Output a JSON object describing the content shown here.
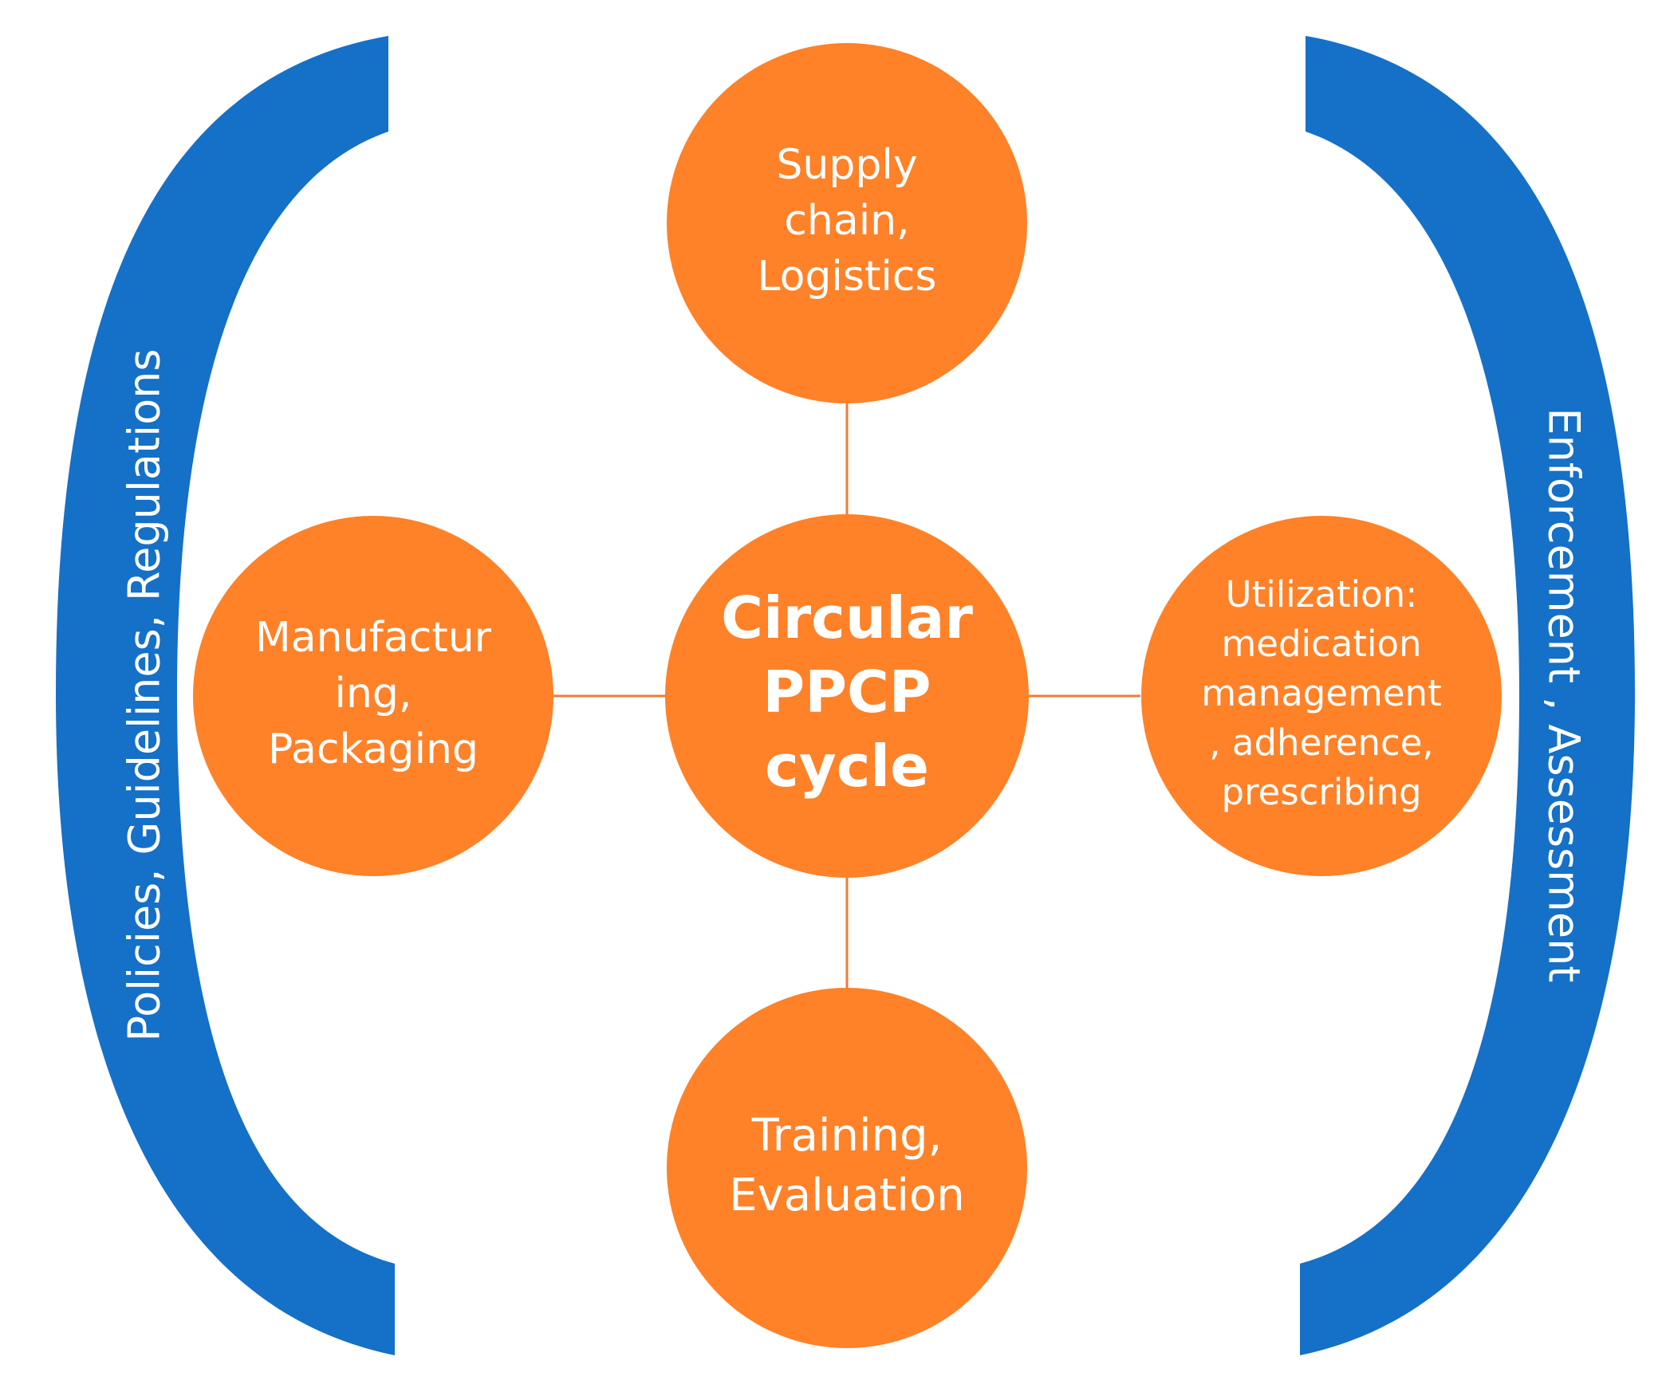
{
  "colors": {
    "node_fill": "#FF8128",
    "connector": "#F07B3A",
    "bracket_fill": "#1570C8",
    "text": "#FFFFFF",
    "background": "#FFFFFF"
  },
  "left_bracket": {
    "label": "Policies, Guidelines, Regulations"
  },
  "right_bracket": {
    "label": "Enforcement , Assessment"
  },
  "nodes": {
    "center": {
      "lines": [
        "Circular",
        "PPCP",
        "cycle"
      ]
    },
    "top": {
      "lines": [
        "Supply",
        "chain,",
        "Logistics"
      ]
    },
    "left": {
      "lines": [
        "Manufactur",
        "ing,",
        "Packaging"
      ]
    },
    "right": {
      "lines": [
        "Utilization:",
        "medication",
        "management",
        ", adherence,",
        "prescribing"
      ]
    },
    "bottom": {
      "lines": [
        "Training,",
        "Evaluation"
      ]
    }
  }
}
